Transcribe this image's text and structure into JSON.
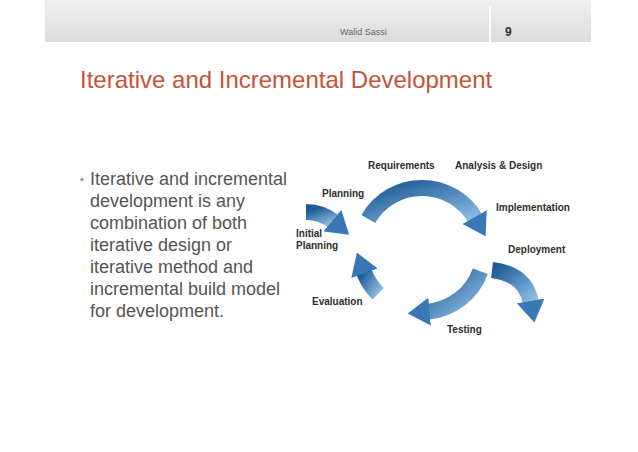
{
  "diagram": {
    "title": "Iterative and Incremental Development",
    "labels": [
      "Walid Sassi",
      "9",
      "•",
      "Iterative and incremental development is any combination of both iterative design or iterative method and incremental build model for development.",
      "Requirements",
      "Analysis & Design",
      "Planning",
      "Implementation",
      "Initial Planning",
      "Deployment",
      "Evaluation",
      "Testing"
    ]
  }
}
